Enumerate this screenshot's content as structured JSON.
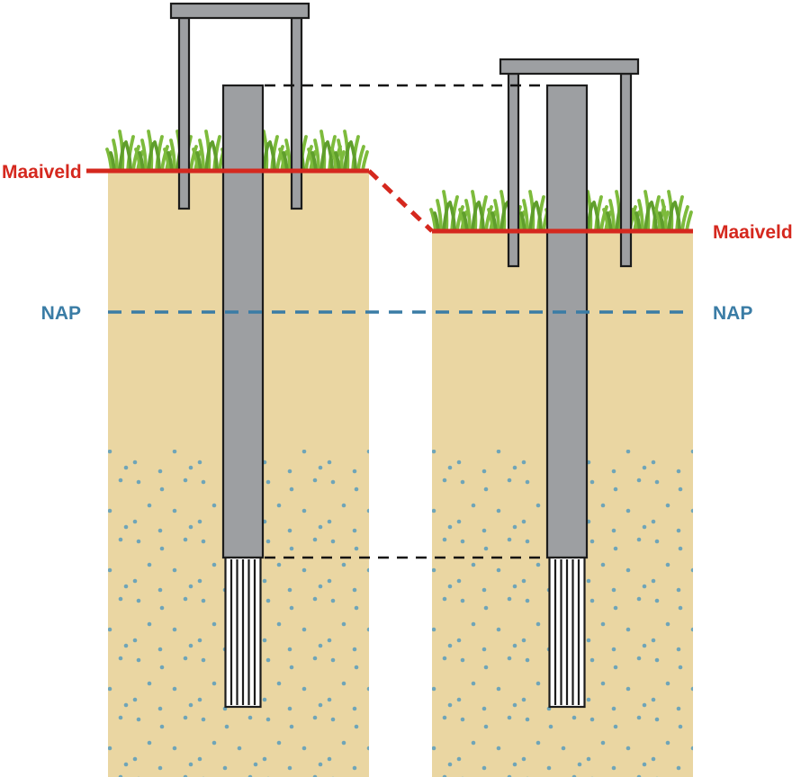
{
  "diagram": {
    "labels": {
      "maaiveld_left": "Maaiveld",
      "maaiveld_right": "Maaiveld",
      "nap_left": "NAP",
      "nap_right": "NAP"
    },
    "colors": {
      "soil": "#ead6a2",
      "sand_dots": "#6fa5b8",
      "grass": "#7dbb3c",
      "grass_dark": "#5f9e2c",
      "maaiveld_line": "#d5281e",
      "nap_line": "#3a7ca5",
      "tube_gray": "#9d9fa2",
      "outline": "#1c1c1c",
      "filter_fill": "#ffffff",
      "reference_line": "#111111"
    }
  }
}
